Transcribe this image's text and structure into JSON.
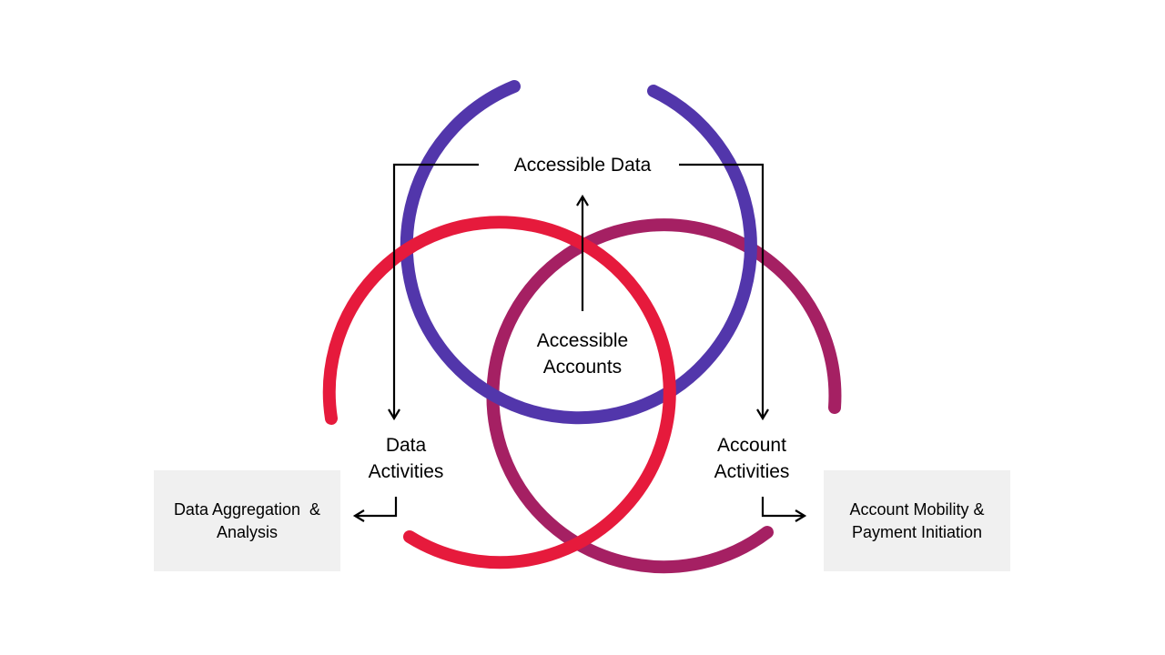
{
  "colors": {
    "accessible_data_circle": "#5236AB",
    "data_activities_circle": "#E61A3C",
    "account_activities_circle": "#A52063",
    "box_fill": "#F0F0F0"
  },
  "labels": {
    "accessible_data": "Accessible Data",
    "accessible_accounts_1": "Accessible",
    "accessible_accounts_2": "Accounts",
    "data_activities_1": "Data",
    "data_activities_2": "Activities",
    "account_activities_1": "Account",
    "account_activities_2": "Activities"
  },
  "boxes": {
    "left_1": "Data Aggregation  &",
    "left_2": "Analysis",
    "right_1": "Account Mobility &",
    "right_2": "Payment Initiation"
  }
}
